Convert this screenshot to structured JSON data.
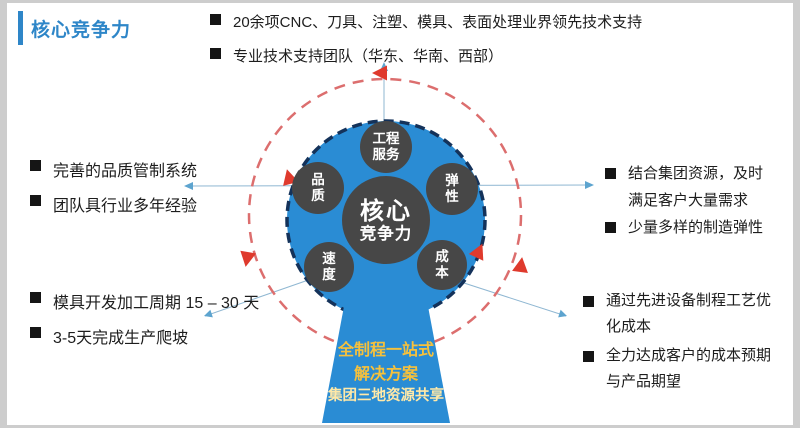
{
  "header": {
    "title": "核心竞争力"
  },
  "colors": {
    "title_blue": "#2e86c8",
    "primary_blue": "#2a8cd4",
    "navy_border": "#14325a",
    "dark_gray": "#474747",
    "salmon_red": "#dc6e6e",
    "arrow_red": "#df3a2d",
    "connector_blue": "#8fb7d2",
    "arrowhead_blue": "#5da4cf",
    "gold": "#f6c13c",
    "gold_light": "#ffe9a8",
    "text_black": "#1d1d1d"
  },
  "bullets": {
    "top": [
      "20余项CNC、刀具、注塑、模具、表面处理业界领先技术支持",
      "专业技术支持团队（华东、华南、西部）"
    ],
    "left_top": [
      "完善的品质管制系统",
      "团队具行业多年经验"
    ],
    "left_bottom": [
      "模具开发加工周期 15 – 30 天",
      "3-5天完成生产爬坡"
    ],
    "right_top": [
      "结合集团资源，及时满足客户大量需求",
      "少量多样的制造弹性"
    ],
    "right_bottom": [
      "通过先进设备制程工艺优化成本",
      "全力达成客户的成本预期与产品期望"
    ]
  },
  "diagram": {
    "core": {
      "line1": "核心",
      "line2": "竞争力"
    },
    "satellites": [
      {
        "id": "engineering-service",
        "lines": [
          "工程",
          "服务"
        ]
      },
      {
        "id": "quality",
        "lines": [
          "品",
          "质"
        ]
      },
      {
        "id": "flexibility",
        "lines": [
          "弹",
          "性"
        ]
      },
      {
        "id": "speed",
        "lines": [
          "速",
          "度"
        ]
      },
      {
        "id": "cost",
        "lines": [
          "成",
          "本"
        ]
      }
    ],
    "funnel": [
      "全制程一站式",
      "解决方案",
      "集团三地资源共享"
    ]
  }
}
